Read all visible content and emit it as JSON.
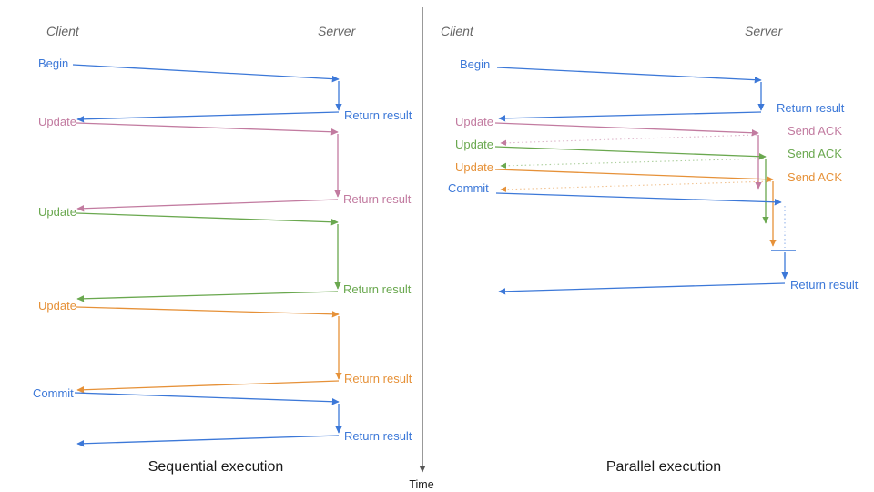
{
  "colors": {
    "blue": "#3C78D8",
    "pink": "#C27BA0",
    "green": "#6AA84F",
    "orange": "#E69138",
    "axis": "#555555",
    "header_gray": "#666666",
    "caption_black": "#1A1A1A"
  },
  "time_axis": {
    "label": "Time"
  },
  "left_panel": {
    "client": "Client",
    "server": "Server",
    "caption": "Sequential execution",
    "messages": [
      {
        "label": "Begin",
        "color": "blue",
        "response": "Return result"
      },
      {
        "label": "Update",
        "color": "pink",
        "response": "Return result"
      },
      {
        "label": "Update",
        "color": "green",
        "response": "Return result"
      },
      {
        "label": "Update",
        "color": "orange",
        "response": "Return result"
      },
      {
        "label": "Commit",
        "color": "blue",
        "response": "Return result"
      }
    ]
  },
  "right_panel": {
    "client": "Client",
    "server": "Server",
    "caption": "Parallel execution",
    "messages": [
      {
        "label": "Begin",
        "color": "blue",
        "response": "Return result"
      },
      {
        "label": "Update",
        "color": "pink",
        "response": "Send ACK"
      },
      {
        "label": "Update",
        "color": "green",
        "response": "Send ACK"
      },
      {
        "label": "Update",
        "color": "orange",
        "response": "Send ACK"
      },
      {
        "label": "Commit",
        "color": "blue",
        "response": "Return result"
      }
    ]
  }
}
